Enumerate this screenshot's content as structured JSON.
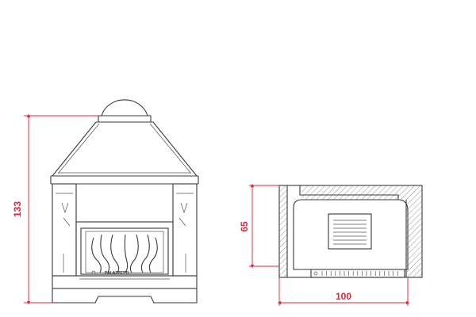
{
  "front_view": {
    "height_dimension": "133",
    "brand_label": "PALAZZETTI"
  },
  "side_view": {
    "height_dimension": "65",
    "depth_dimension": "100"
  },
  "colors": {
    "dimension": "#d6283a",
    "line": "#3a3a3a"
  }
}
